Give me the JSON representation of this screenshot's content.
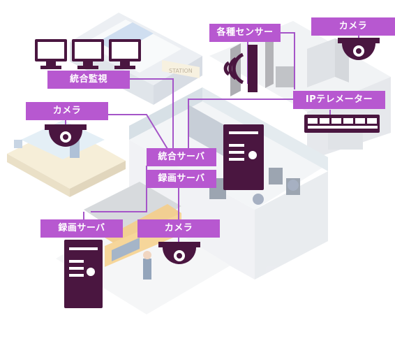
{
  "labels": {
    "sensors": "各種センサー",
    "camera_top_right": "カメラ",
    "integrated_monitoring": "統合監視",
    "camera_left": "カメラ",
    "ip_telemeter": "IPテレメーター",
    "integrated_server": "統合サーバ",
    "recording_server_center": "録画サーバ",
    "recording_server_left": "録画サーバ",
    "camera_bottom": "カメラ"
  },
  "scene_signs": {
    "station_sign": "STATION"
  },
  "colors": {
    "accent_purple": "#b758d0",
    "device_dark": "#4a1640",
    "line_purple": "#a555c8"
  },
  "icons": [
    "monitor-icon",
    "security-camera-icon",
    "server-tower-icon",
    "ip-telemeter-device-icon",
    "sensor-signal-icon"
  ]
}
